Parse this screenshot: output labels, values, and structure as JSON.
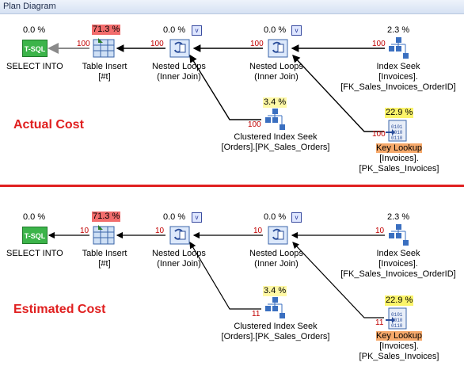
{
  "window": {
    "title": "Plan Diagram"
  },
  "sections": [
    {
      "title": "Actual Cost",
      "nodes": {
        "select": {
          "cost": "0.0 %",
          "label1": "SELECT INTO",
          "label2": "",
          "label3": ""
        },
        "insert": {
          "cost": "71.3 %",
          "label1": "Table Insert",
          "label2": "[#t]",
          "label3": ""
        },
        "nl1": {
          "cost": "0.0 %",
          "label1": "Nested Loops",
          "label2": "(Inner Join)",
          "label3": ""
        },
        "nl2": {
          "cost": "0.0 %",
          "label1": "Nested Loops",
          "label2": "(Inner Join)",
          "label3": ""
        },
        "seek": {
          "cost": "2.3 %",
          "label1": "Index Seek",
          "label2": "[Invoices].",
          "label3": "[FK_Sales_Invoices_OrderID]"
        },
        "cis": {
          "cost": "3.4 %",
          "label1": "Clustered Index Seek",
          "label2": "[Orders].[PK_Sales_Orders]",
          "label3": ""
        },
        "kl": {
          "cost": "22.9 %",
          "label1": "Key Lookup",
          "label2": "[Invoices].",
          "label3": "[PK_Sales_Invoices]"
        }
      },
      "rows": {
        "insert_to_select": "100",
        "nl1_to_insert": "100",
        "nl2_to_nl1": "100",
        "seek_to_nl2": "100",
        "cis_to_nl1": "100",
        "kl_to_nl2": "100"
      }
    },
    {
      "title": "Estimated Cost",
      "nodes": {
        "select": {
          "cost": "0.0 %",
          "label1": "SELECT INTO",
          "label2": "",
          "label3": ""
        },
        "insert": {
          "cost": "71.3 %",
          "label1": "Table Insert",
          "label2": "[#t]",
          "label3": ""
        },
        "nl1": {
          "cost": "0.0 %",
          "label1": "Nested Loops",
          "label2": "(Inner Join)",
          "label3": ""
        },
        "nl2": {
          "cost": "0.0 %",
          "label1": "Nested Loops",
          "label2": "(Inner Join)",
          "label3": ""
        },
        "seek": {
          "cost": "2.3 %",
          "label1": "Index Seek",
          "label2": "[Invoices].",
          "label3": "[FK_Sales_Invoices_OrderID]"
        },
        "cis": {
          "cost": "3.4 %",
          "label1": "Clustered Index Seek",
          "label2": "[Orders].[PK_Sales_Orders]",
          "label3": ""
        },
        "kl": {
          "cost": "22.9 %",
          "label1": "Key Lookup",
          "label2": "[Invoices].",
          "label3": "[PK_Sales_Invoices]"
        }
      },
      "rows": {
        "insert_to_select": "10",
        "nl1_to_insert": "10",
        "nl2_to_nl1": "10",
        "seek_to_nl2": "10",
        "cis_to_nl1": "11",
        "kl_to_nl2": "11"
      }
    }
  ],
  "icons": {
    "tsql": "T-SQL",
    "parallel": "v"
  }
}
